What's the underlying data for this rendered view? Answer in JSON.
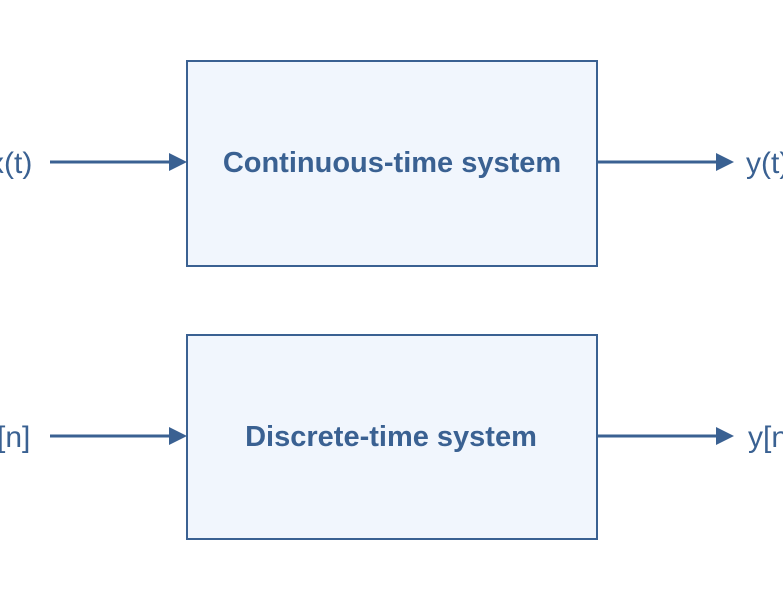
{
  "diagram": {
    "continuous": {
      "input_label": "x(t)",
      "system_label": "Continuous-time system",
      "output_label": "y(t)"
    },
    "discrete": {
      "input_label": "x[n]",
      "system_label": "Discrete-time system",
      "output_label": "y[n]"
    },
    "colors": {
      "stroke": "#3a6192",
      "block_fill": "#f1f6fd",
      "background": "#ffffff"
    }
  }
}
